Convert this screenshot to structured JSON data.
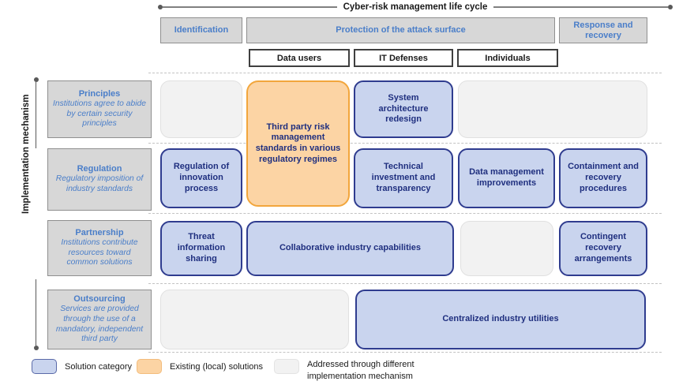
{
  "top_axis": {
    "title": "Cyber-risk management life cycle"
  },
  "impl_axis": {
    "title": "Implementation mechanism"
  },
  "phases": [
    {
      "label": "Identification"
    },
    {
      "label": "Protection of the attack surface"
    },
    {
      "label": "Response and recovery"
    }
  ],
  "subcolumns": [
    {
      "label": "Data users"
    },
    {
      "label": "IT Defenses"
    },
    {
      "label": "Individuals"
    }
  ],
  "mechanisms": [
    {
      "title": "Principles",
      "desc": "Institutions agree to abide by certain security principles"
    },
    {
      "title": "Regulation",
      "desc": "Regulatory imposition of industry standards"
    },
    {
      "title": "Partnership",
      "desc": "Institutions contribute resources toward common solutions"
    },
    {
      "title": "Outsourcing",
      "desc": "Services are provided through the use of a mandatory, independent third party"
    }
  ],
  "cells": {
    "principles_identification": {
      "label": "",
      "type": "unaddressed"
    },
    "third_party": {
      "label": "Third party risk management standards in various regulatory regimes",
      "type": "existing"
    },
    "system_architecture": {
      "label": "System architecture redesign",
      "type": "solution"
    },
    "principles_individuals": {
      "label": "",
      "type": "unaddressed"
    },
    "regulation_innovation": {
      "label": "Regulation of innovation process",
      "type": "solution"
    },
    "technical_investment": {
      "label": "Technical investment and transparency",
      "type": "solution"
    },
    "data_management": {
      "label": "Data management improvements",
      "type": "solution"
    },
    "containment_recovery": {
      "label": "Containment and recovery procedures",
      "type": "solution"
    },
    "threat_information": {
      "label": "Threat information sharing",
      "type": "solution"
    },
    "collaborative_industry": {
      "label": "Collaborative industry capabilities",
      "type": "solution"
    },
    "partnership_individuals": {
      "label": "",
      "type": "unaddressed"
    },
    "contingent_recovery": {
      "label": "Contingent recovery arrangements",
      "type": "solution"
    },
    "outsourcing_unaddressed": {
      "label": "",
      "type": "unaddressed"
    },
    "centralized_utilities": {
      "label": "Centralized industry utilities",
      "type": "solution"
    }
  },
  "legend": {
    "items": [
      {
        "swatch": "solution",
        "label": "Solution category"
      },
      {
        "swatch": "existing",
        "label": "Existing (local) solutions"
      },
      {
        "swatch": "unaddressed",
        "label": "Addressed through different implementation mechanism"
      }
    ]
  },
  "colors": {
    "accent_blue": "#4a7ec9",
    "navy_text": "#1f2f7f",
    "solution_fill": "#c9d4ee",
    "solution_border": "#2f3c8f",
    "existing_fill": "#fcd4a4",
    "existing_border": "#f2a63c",
    "unaddressed_fill": "#f2f2f2",
    "unaddressed_border": "#e0e0e0",
    "header_fill": "#d7d7d7",
    "header_border": "#8f8f8f",
    "axis_color": "#595959",
    "text_dark": "#1a1a1a"
  }
}
